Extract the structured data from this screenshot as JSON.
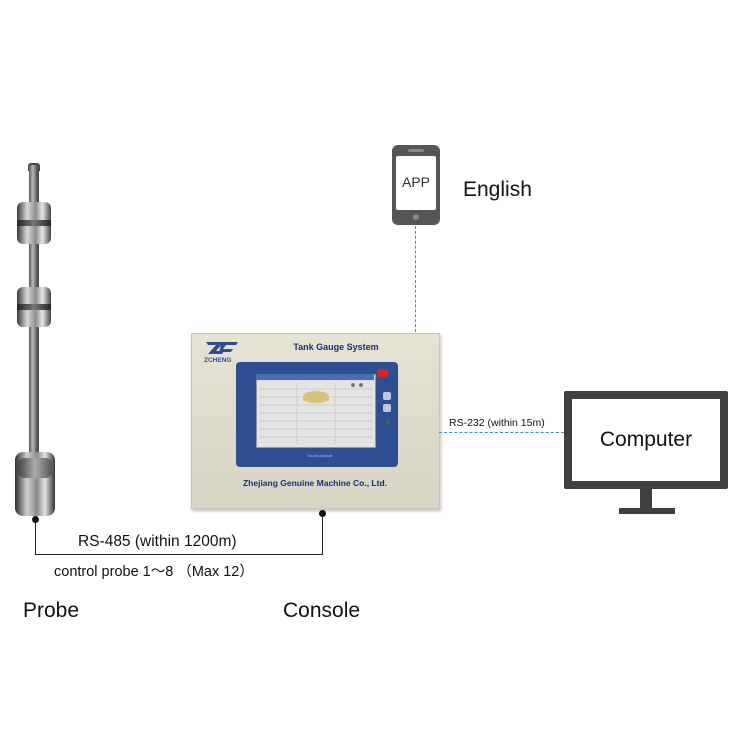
{
  "labels": {
    "probe": "Probe",
    "console": "Console",
    "app": "APP",
    "english": "English",
    "computer": "Computer"
  },
  "connections": {
    "rs485": "RS-485 (within 1200m)",
    "control": "control probe 1～8 （Max 12）",
    "rs232": "RS-232 (within 15m)"
  },
  "console_panel": {
    "logo_text": "ZCHENG",
    "title": "Tank Gauge System",
    "screen_footer": "Touch console",
    "company": "Zhejiang Genuine Machine Co., Ltd."
  },
  "colors": {
    "link": "#3a8fc0",
    "panel_blue": "#2d4f92",
    "brand_text": "#16306e"
  }
}
